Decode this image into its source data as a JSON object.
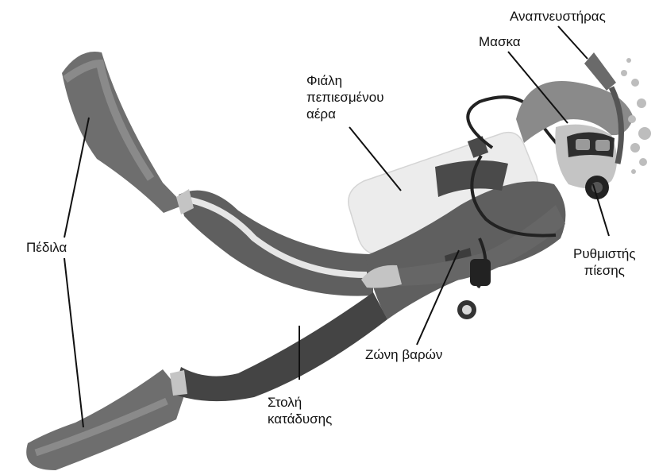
{
  "labels": {
    "snorkel": "Αναπνευστήρας",
    "mask": "Μασκα",
    "tank": "Φιάλη\nπεπιεσμένου\nαέρα",
    "fins": "Πέδιλα",
    "regulator": "Ρυθμιστής\nπίεσης",
    "weight_belt": "Ζώνη βαρών",
    "wetsuit": "Στολή\nκατάδυσης"
  },
  "colors": {
    "suit": "#5f5f5f",
    "suit_dark": "#444444",
    "stripe": "#e6e6e6",
    "fin": "#6e6e6e",
    "fin_light": "#8a8a8a",
    "tank": "#ececec",
    "skin": "#c4c4c4",
    "bubbles": "#bdbdbd",
    "lines": "#111111"
  }
}
